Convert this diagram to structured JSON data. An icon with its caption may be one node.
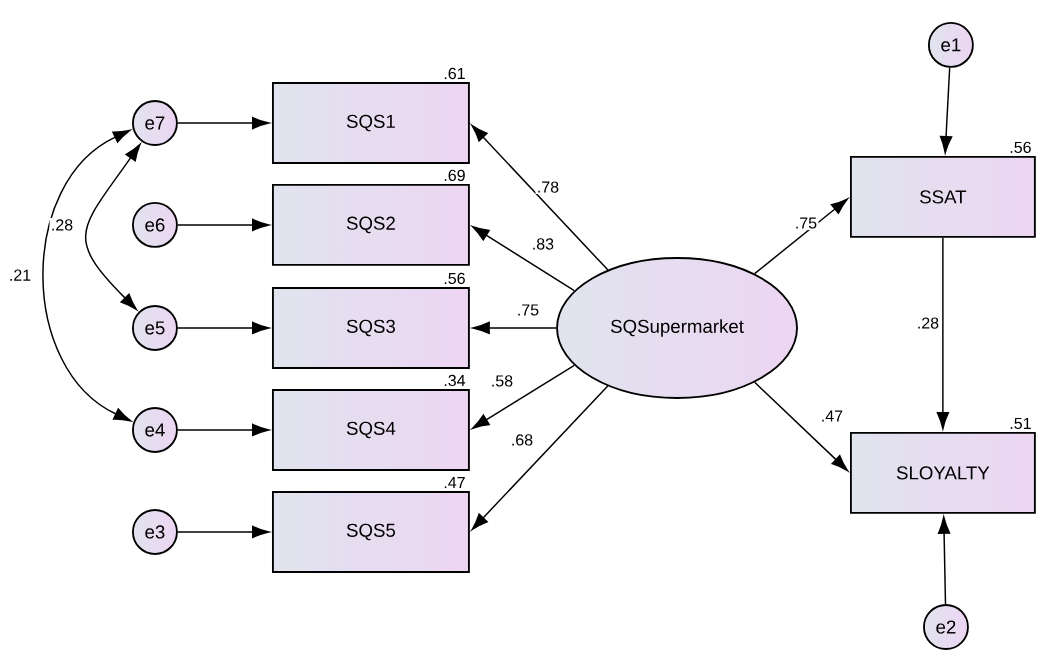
{
  "diagram": {
    "nodes": [
      {
        "text": [
          "e7"
        ]
      },
      {
        "text": [
          "e6"
        ]
      },
      {
        "text": [
          "e5"
        ]
      },
      {
        "text": [
          "e4"
        ]
      },
      {
        "text": [
          "e3"
        ]
      },
      {
        "text": [
          "SQS1"
        ],
        "beside": [
          ".61"
        ]
      },
      {
        "text": [
          "SQS2"
        ],
        "beside": [
          ".69"
        ]
      },
      {
        "text": [
          "SQS3"
        ],
        "beside": [
          ".56"
        ]
      },
      {
        "text": [
          "SQS4"
        ],
        "beside": [
          ".34"
        ]
      },
      {
        "text": [
          "SQS5"
        ],
        "beside": [
          ".47"
        ]
      },
      {
        "text": [
          "SQSupermarket"
        ]
      },
      {
        "text": [
          "e1"
        ]
      },
      {
        "text": [
          "SSAT"
        ],
        "beside": [
          ".56"
        ]
      },
      {
        "text": [
          "SLOYALTY"
        ],
        "beside": [
          ".51"
        ]
      },
      {
        "text": [
          "e2"
        ]
      }
    ],
    "edges": [
      {
        "from": 0,
        "to": 5,
        "arrow": "to"
      },
      {
        "from": 1,
        "to": 6,
        "arrow": "to"
      },
      {
        "from": 2,
        "to": 7,
        "arrow": "to"
      },
      {
        "from": 3,
        "to": 8,
        "arrow": "to"
      },
      {
        "from": 4,
        "to": 9,
        "arrow": "to"
      },
      {
        "from": 10,
        "to": 5,
        "arrow": "to",
        "label": ".78"
      },
      {
        "from": 10,
        "to": 6,
        "arrow": "to",
        "label": ".83"
      },
      {
        "from": 10,
        "to": 7,
        "arrow": "to",
        "label": ".75"
      },
      {
        "from": 10,
        "to": 8,
        "arrow": "to",
        "label": ".58"
      },
      {
        "from": 10,
        "to": 9,
        "arrow": "to",
        "label": ".68"
      },
      {
        "from": 10,
        "to": 12,
        "arrow": "to",
        "label": ".75"
      },
      {
        "from": 10,
        "to": 13,
        "arrow": "to",
        "label": ".47"
      },
      {
        "from": 11,
        "to": 12,
        "arrow": "to"
      },
      {
        "from": 12,
        "to": 13,
        "arrow": "to",
        "label": ".28"
      },
      {
        "from": 14,
        "to": 13,
        "arrow": "to"
      },
      {
        "from": 0,
        "to": 2,
        "arrow": "both",
        "label": ".28"
      },
      {
        "from": 0,
        "to": 3,
        "arrow": "both",
        "label": ".21"
      }
    ]
  }
}
